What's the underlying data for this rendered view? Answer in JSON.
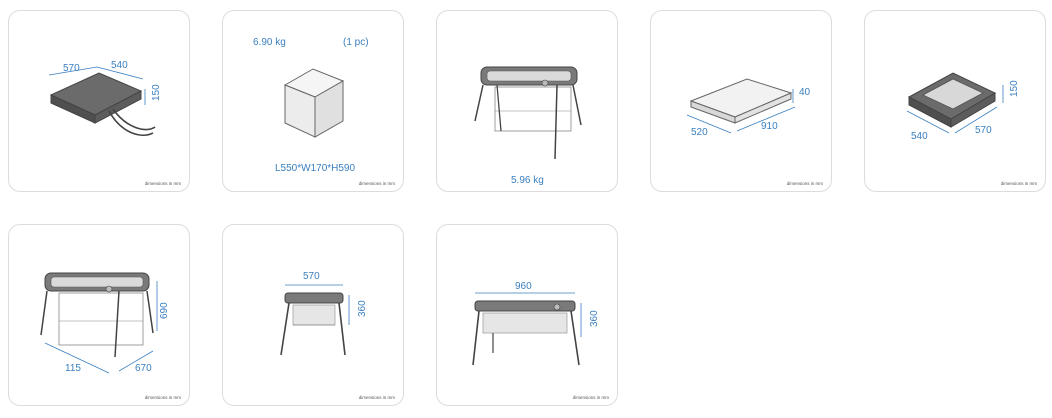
{
  "footer_note": "dimensions in mm",
  "cards": [
    {
      "dims": [
        "570",
        "540",
        "150"
      ]
    },
    {
      "weight": "6.90 kg",
      "count": "(1 pc)",
      "box_size": "L550*W170*H590"
    },
    {
      "weight": "5.96 kg"
    },
    {
      "dims": [
        "40",
        "520",
        "910"
      ]
    },
    {
      "dims": [
        "150",
        "540",
        "570"
      ]
    },
    {
      "dims": [
        "690",
        "115",
        "670"
      ]
    },
    {
      "dims": [
        "570",
        "360"
      ]
    },
    {
      "dims": [
        "960",
        "360"
      ]
    }
  ],
  "colors": {
    "dimension": "#3a7fbf",
    "product": "#5a5a5a",
    "border": "#dcdcdc"
  },
  "icons": [
    "folded-bag-icon",
    "shipping-box-icon",
    "travel-cot-icon",
    "mattress-icon",
    "folded-cot-icon",
    "cot-dimensions-icon",
    "cot-side-icon",
    "cot-front-icon"
  ]
}
